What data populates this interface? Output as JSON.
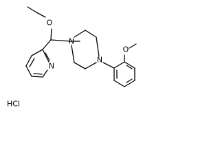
{
  "molecule": {
    "atoms": {
      "ether_oxygen": "O",
      "pyridine_nitrogen": "N",
      "piperazine_n1": "N",
      "piperazine_n4": "N",
      "methoxy_oxygen": "O"
    },
    "salt": "HCl"
  }
}
